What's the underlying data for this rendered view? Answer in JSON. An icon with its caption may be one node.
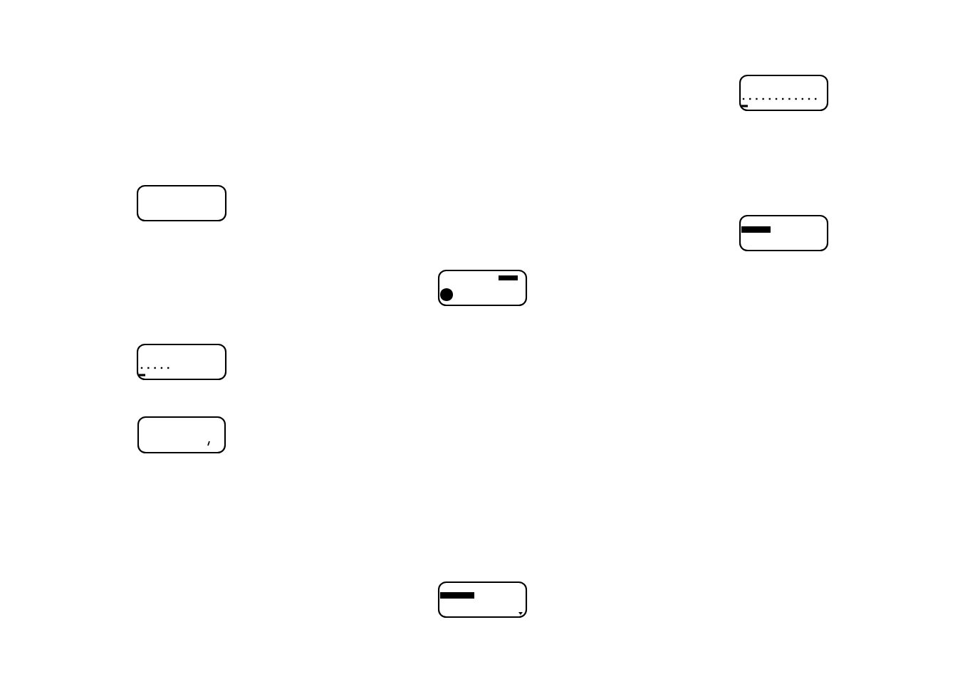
{
  "diagram": {
    "nodes": [
      {
        "text": [],
        "shape": "box"
      },
      {
        "text": [],
        "shape": "box"
      },
      {
        "text": [],
        "shape": "box"
      },
      {
        "text": [],
        "shape": "box"
      },
      {
        "text": [],
        "shape": "box"
      },
      {
        "text": [],
        "shape": "box"
      },
      {
        "text": [],
        "shape": "box"
      }
    ]
  }
}
